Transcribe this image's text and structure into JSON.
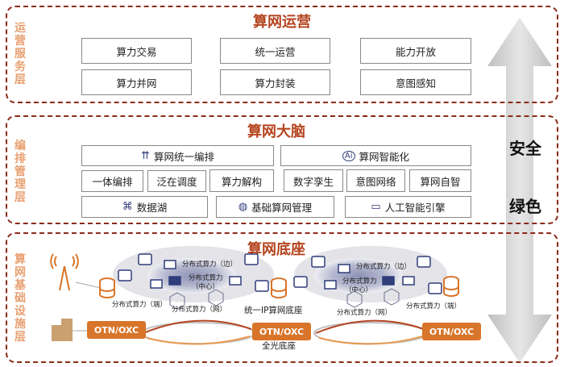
{
  "safety_arrow": {
    "line1": "安全",
    "line2": "绿色"
  },
  "operation_layer": {
    "side_label": "运营服务层",
    "title": "算网运营",
    "items": [
      "算力交易",
      "统一运营",
      "能力开放",
      "算力并网",
      "算力封装",
      "意图感知"
    ]
  },
  "brain_layer": {
    "side_label": "编排管理层",
    "title": "算网大脑",
    "top": [
      {
        "label": "算网统一编排",
        "icon": "orchestration-arrows-icon"
      },
      {
        "label": "算网智能化",
        "icon": "ai-icon"
      }
    ],
    "middle": [
      "一体编排",
      "泛在调度",
      "算力解构",
      "数字孪生",
      "意图网络",
      "算网自智"
    ],
    "bottom": [
      {
        "label": "数据湖",
        "icon": "data-lake-icon"
      },
      {
        "label": "基础算网管理",
        "icon": "globe-icon"
      },
      {
        "label": "人工智能引擎",
        "icon": "laptop-icon"
      }
    ]
  },
  "infra_layer": {
    "side_label": "算网基础设施层",
    "title": "算网底座",
    "left_cluster": {
      "edge": "分布式算力（边）",
      "center": "分布式算力",
      "center_sub": "（中心）",
      "terminal": "分布式算力（端）",
      "network": "分布式算力（网）"
    },
    "right_cluster": {
      "edge": "分布式算力（边）",
      "center": "分布式算力",
      "center_sub": "（中心）",
      "terminal": "分布式算力（端）",
      "network": "分布式算力（网）"
    },
    "ip_base": "统一IP算网底座",
    "optical_base": "全光底座",
    "otn": [
      "OTN/OXC",
      "OTN/OXC",
      "OTN/OXC"
    ]
  },
  "colors": {
    "border": "#8b2a1a",
    "title": "#b5441f",
    "side": "#e8a070",
    "otn": "#d8752a",
    "icon": "#2f3d7a"
  }
}
